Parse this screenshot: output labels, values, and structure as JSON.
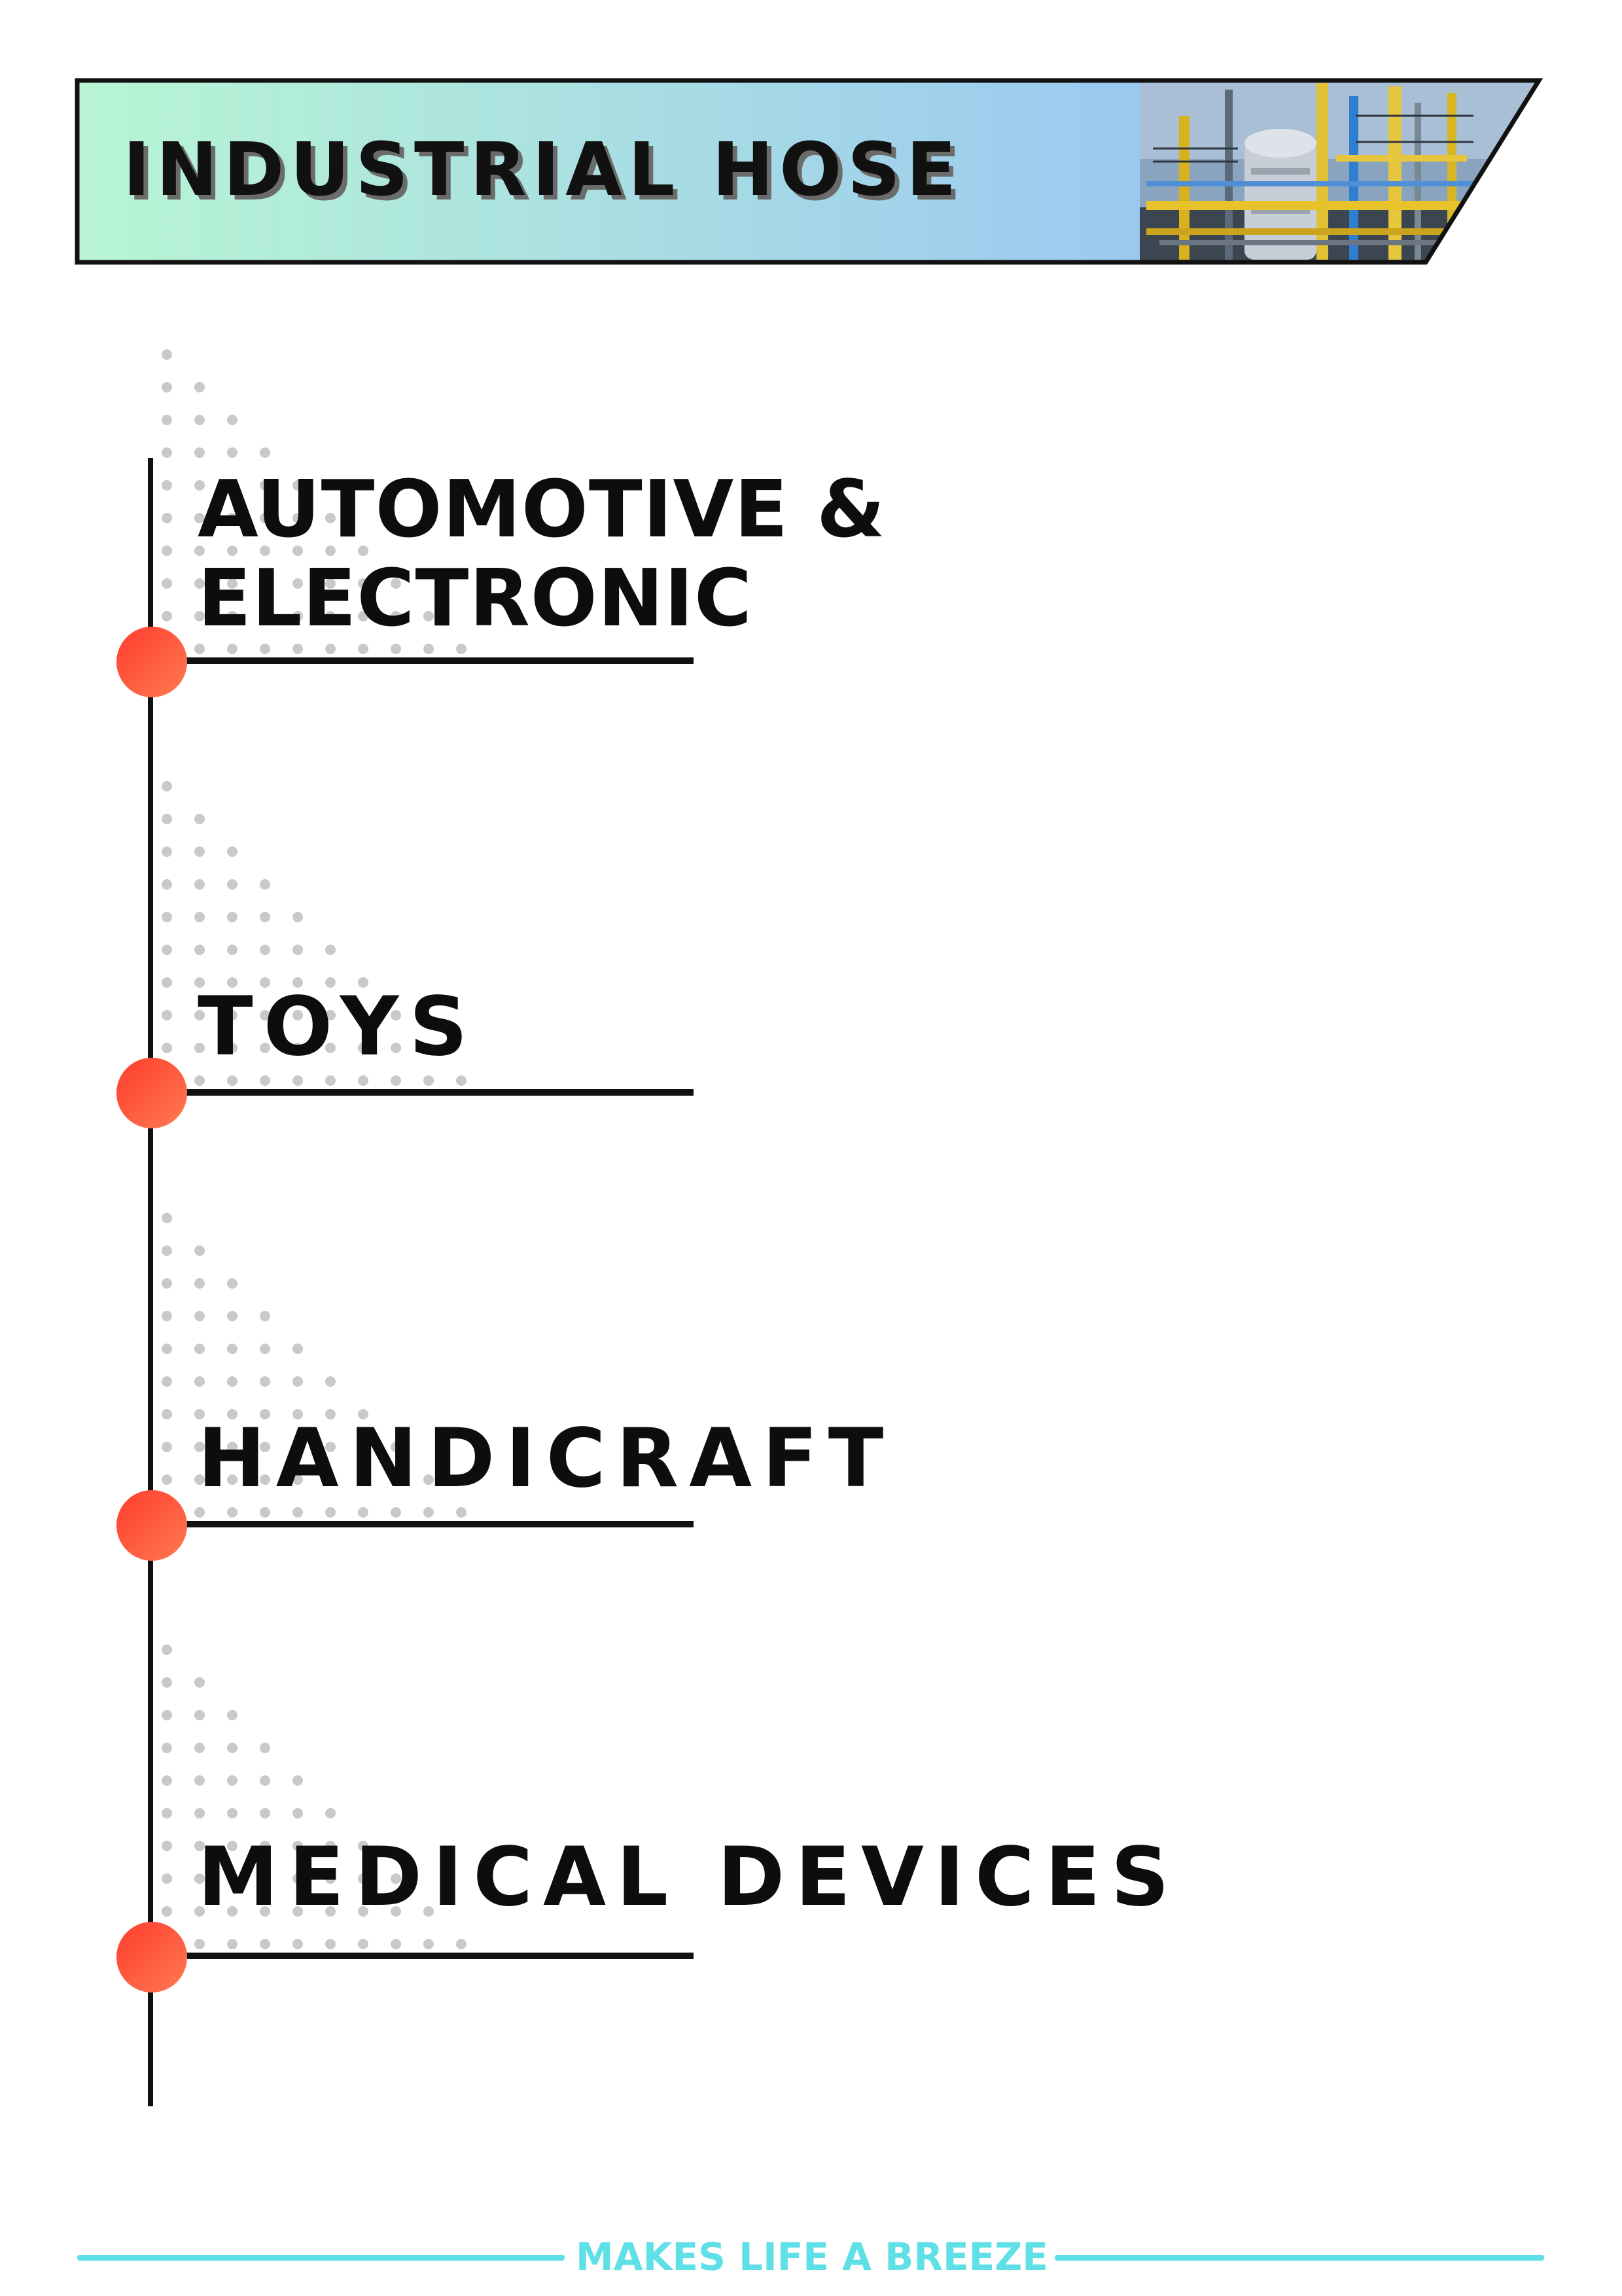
{
  "header": {
    "title": "INDUSTRIAL HOSE",
    "image_subject": "industrial refinery plant",
    "gradient_colors": [
      "#b8f5d4",
      "#8fb8fb"
    ]
  },
  "timeline": {
    "accent_color": "#ff5a3c",
    "items": [
      {
        "label": "AUTOMOTIVE & ELECTRONIC"
      },
      {
        "label": "TOYS"
      },
      {
        "label": "HANDICRAFT"
      },
      {
        "label": "MEDICAL DEVICES"
      }
    ]
  },
  "footer": {
    "tagline": "MAKES LIFE A BREEZE",
    "accent_color": "#5fe0e6"
  }
}
